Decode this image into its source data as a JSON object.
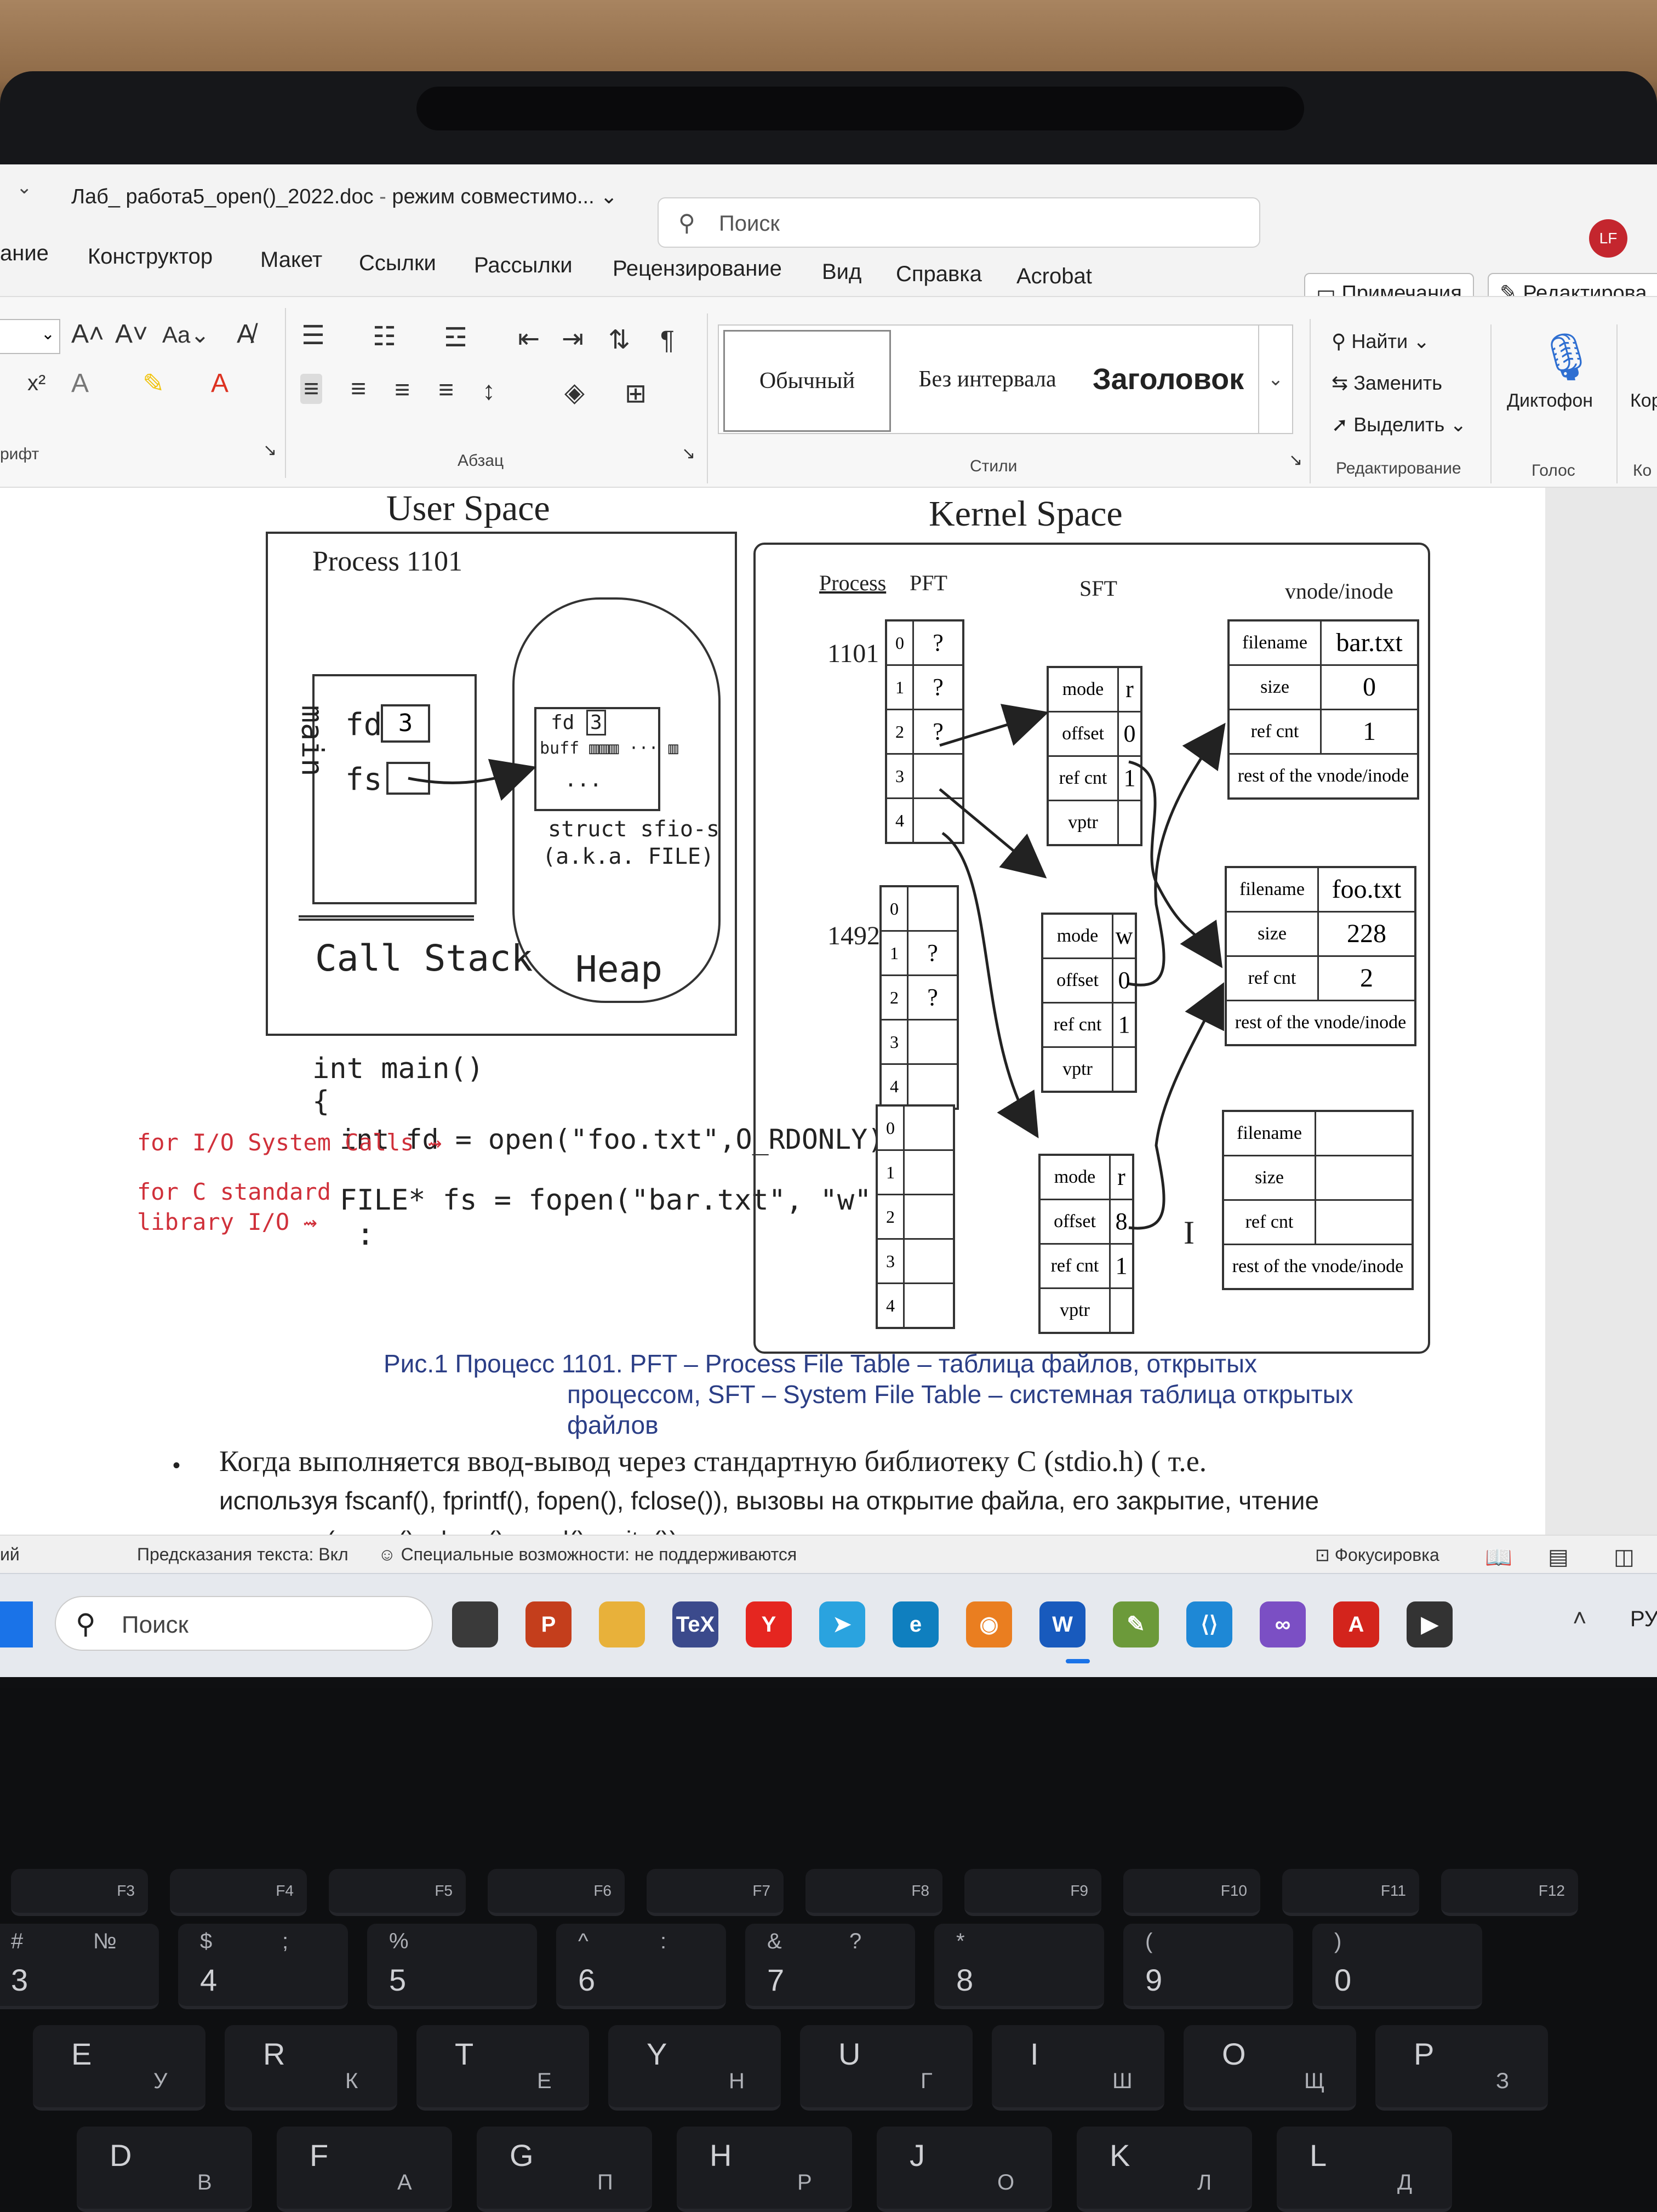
{
  "window": {
    "title": "Лаб_ работа5_open()_2022.doc",
    "separator": "-",
    "mode": "режим совместимо...",
    "search_placeholder": "Поиск",
    "avatar_initials": "LF"
  },
  "ribbon_tabs": [
    "ание",
    "Конструктор",
    "Макет",
    "Ссылки",
    "Рассылки",
    "Рецензирование",
    "Вид",
    "Справка",
    "Acrobat"
  ],
  "ribbon_buttons": {
    "comments": "Примечания",
    "editing": "Редактирова"
  },
  "ribbon": {
    "font_group": "рифт",
    "paragraph_group": "Абзац",
    "styles_group": "Стили",
    "editing_group": "Редактирование",
    "voice_group": "Голос",
    "styles": [
      "Обычный",
      "Без интервала",
      "Заголовок"
    ],
    "find": "Найти",
    "replace": "Заменить",
    "select": "Выделить",
    "dictate": "Диктофон",
    "ko": "Кор",
    "ko2": "Ко",
    "font_case": "Aa"
  },
  "figure": {
    "user_space": "User Space",
    "kernel_space": "Kernel Space",
    "process_label": "Process 1101",
    "main": "main",
    "fd": "fd",
    "fd_value": "3",
    "fs": "fs",
    "heap_fd": "fd",
    "heap_buff": "buff",
    "heap_dots": "...",
    "struct_label": "struct sfio-s",
    "aka": "(a.k.a. FILE)",
    "call_stack": "Call Stack",
    "heap": "Heap",
    "code_main": "int main()",
    "code_brace": "{",
    "code_open": "int fd = open(\"foo.txt\",O_RDONLY);",
    "code_fopen": "FILE* fs = fopen(\"bar.txt\", \"w\");",
    "code_dots": ":",
    "ann_syscalls": "for I/O System Calls",
    "ann_stdlib_1": "for C standard",
    "ann_stdlib_2": "library I/O",
    "col_process": "Process",
    "col_pft": "PFT",
    "col_sft": "SFT",
    "col_vnode": "vnode/inode",
    "pid1": "1101",
    "pid2": "1492",
    "pft_idx": [
      "0",
      "1",
      "2",
      "3",
      "4"
    ],
    "pft1_vals": [
      "?",
      "?",
      "?",
      "",
      ""
    ],
    "pft2_vals": [
      "",
      "?",
      "?",
      "",
      ""
    ],
    "sft_labels": [
      "mode",
      "offset",
      "ref cnt",
      "vptr"
    ],
    "sft1_vals": [
      "r",
      "0",
      "1",
      ""
    ],
    "sft2_vals": [
      "w",
      "0",
      "1",
      ""
    ],
    "sft3_vals": [
      "r",
      "8",
      "1",
      ""
    ],
    "vnode_labels": [
      "filename",
      "size",
      "ref cnt"
    ],
    "vnode_rest": "rest of the vnode/inode",
    "vnode1_vals": [
      "bar.txt",
      "0",
      "1"
    ],
    "vnode2_vals": [
      "foo.txt",
      "228",
      "2"
    ],
    "vnode3_vals": [
      "",
      "",
      ""
    ]
  },
  "caption": {
    "line1": "Рис.1 Процесс 1101. PFT – Process File Table – таблица файлов, открытых",
    "line2": "процессом, SFT – System File Table – системная таблица открытых",
    "line3": "файлов"
  },
  "bullet": {
    "line1": "Когда выполняется ввод-вывод через стандартную библиотеку С (stdio.h) ( т.е.",
    "line2": "используя fscanf(), fprintf(), fopen(), fclose()),  вызовы на открытие файла, его закрытие, чтение",
    "line3": "и запись ( open(), close(), read(), write()) не завершаются  немедленно, так как это просто"
  },
  "status": {
    "left": "ий",
    "predict": "Предсказания текста: Вкл",
    "access": "Специальные возможности: не поддерживаются",
    "focus": "Фокусировка"
  },
  "taskbar": {
    "search_placeholder": "Поиск",
    "lang": "РУ",
    "apps": [
      {
        "name": "task-view",
        "label": "",
        "color": "#3a3a3a"
      },
      {
        "name": "powerpoint",
        "label": "P",
        "color": "#c43e1c"
      },
      {
        "name": "file-explorer",
        "label": "",
        "color": "#e8b13a"
      },
      {
        "name": "texstudio",
        "label": "TeX",
        "color": "#3b4a8c"
      },
      {
        "name": "yandex",
        "label": "Y",
        "color": "#e52620"
      },
      {
        "name": "telegram",
        "label": "➤",
        "color": "#2aa3df"
      },
      {
        "name": "edge",
        "label": "e",
        "color": "#0f7fbf"
      },
      {
        "name": "openvpn",
        "label": "◉",
        "color": "#ea7e20"
      },
      {
        "name": "word",
        "label": "W",
        "color": "#185abd"
      },
      {
        "name": "notepad",
        "label": "✎",
        "color": "#6c9a3a"
      },
      {
        "name": "vscode",
        "label": "⟨⟩",
        "color": "#1e88d6"
      },
      {
        "name": "visual-studio",
        "label": "∞",
        "color": "#7b4fc4"
      },
      {
        "name": "acrobat",
        "label": "A",
        "color": "#d3241c"
      },
      {
        "name": "media-player",
        "label": "▶",
        "color": "#333333"
      }
    ]
  },
  "keyboard": {
    "fn_row": [
      "F3",
      "F4",
      "F5",
      "F6",
      "F7",
      "F8",
      "F9",
      "F10",
      "F11",
      "F12"
    ],
    "num_row": [
      {
        "main": "3",
        "shift": "#",
        "alt": "№"
      },
      {
        "main": "4",
        "shift": "$",
        "alt": ";"
      },
      {
        "main": "5",
        "shift": "%",
        "alt": ""
      },
      {
        "main": "6",
        "shift": "^",
        "alt": ":"
      },
      {
        "main": "7",
        "shift": "&",
        "alt": "?"
      },
      {
        "main": "8",
        "shift": "*",
        "alt": ""
      },
      {
        "main": "9",
        "shift": "(",
        "alt": ""
      },
      {
        "main": "0",
        "shift": ")",
        "alt": ""
      }
    ],
    "row_e": [
      {
        "main": "E",
        "alt": "У"
      },
      {
        "main": "R",
        "alt": "К"
      },
      {
        "main": "T",
        "alt": "Е"
      },
      {
        "main": "Y",
        "alt": "Н"
      },
      {
        "main": "U",
        "alt": "Г"
      },
      {
        "main": "I",
        "alt": "Ш"
      },
      {
        "main": "O",
        "alt": "Щ"
      },
      {
        "main": "P",
        "alt": "З"
      }
    ],
    "row_d": [
      {
        "main": "D",
        "alt": "В"
      },
      {
        "main": "F",
        "alt": "А"
      },
      {
        "main": "G",
        "alt": "П"
      },
      {
        "main": "H",
        "alt": "Р"
      },
      {
        "main": "J",
        "alt": "О"
      },
      {
        "main": "K",
        "alt": "Л"
      },
      {
        "main": "L",
        "alt": "Д"
      }
    ]
  }
}
